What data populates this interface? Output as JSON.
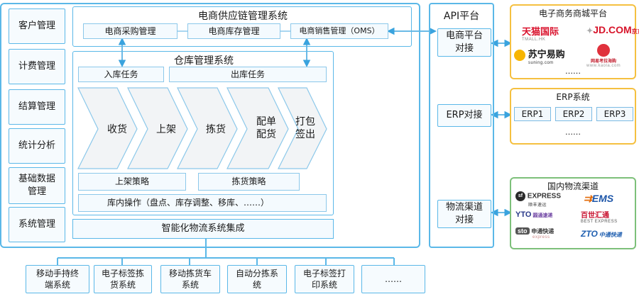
{
  "sidebar": {
    "items": [
      {
        "label": "客户管理"
      },
      {
        "label": "计费管理"
      },
      {
        "label": "结算管理"
      },
      {
        "label": "统计分析"
      },
      {
        "label": "基础数据\n管理"
      },
      {
        "label": "系统管理"
      }
    ]
  },
  "supply_chain": {
    "title": "电商供应链管理系统",
    "modules": [
      "电商采购管理",
      "电商库存管理",
      "电商销售管理（OMS）"
    ]
  },
  "warehouse": {
    "title": "仓库管理系统",
    "inbound": "入库任务",
    "outbound": "出库任务",
    "steps": [
      "收货",
      "上架",
      "拣货",
      "配单\n配货",
      "打包\n签出"
    ],
    "strategy_putaway": "上架策略",
    "strategy_picking": "拣货策略",
    "internal_ops": "库内操作（盘点、库存调整、移库、……）"
  },
  "integration": {
    "label": "智能化物流系统集成"
  },
  "devices": [
    {
      "label": "移动手持终\n端系统"
    },
    {
      "label": "电子标签拣\n货系统"
    },
    {
      "label": "移动拣货车\n系统"
    },
    {
      "label": "自动分拣系\n统"
    },
    {
      "label": "电子标签打\n印系统"
    },
    {
      "label": "……"
    }
  ],
  "api": {
    "title": "API平台",
    "ecommerce": "电商平台\n对接",
    "erp": "ERP对接",
    "logistics": "物流渠道\n对接"
  },
  "ecommerce_panel": {
    "title": "电子商务商城平台",
    "logos": {
      "tmall": "天猫国际",
      "tmall_sub": "TMALL.HK",
      "jd": "JD.COM",
      "jd_cn": "京东",
      "suning": "苏宁易购",
      "suning_sub": "suning.com",
      "kaola": "网易考拉海购",
      "kaola_sub": "www.kaola.com"
    },
    "more": "……"
  },
  "erp_panel": {
    "title": "ERP系统",
    "items": [
      "ERP1",
      "ERP2",
      "ERP3"
    ],
    "more": "……"
  },
  "logistics_panel": {
    "title": "国内物流渠道",
    "logos": {
      "sf": "EXPRESS",
      "sf_cn": "顺丰速运",
      "ems": "EMS",
      "yto": "YTO",
      "yto_cn": "圆通速递",
      "best": "百世汇通",
      "best_sub": "BEST EXPRESS",
      "sto": "sto",
      "sto_cn": "申通快递",
      "sto_sub": "express",
      "zto": "ZTO",
      "zto_cn": "中通快递"
    }
  },
  "colors": {
    "frame": "#5bb8e8",
    "arrow": "#3aa3de",
    "ecommerce_border": "#f5c040",
    "logistics_border": "#7dc07a"
  }
}
